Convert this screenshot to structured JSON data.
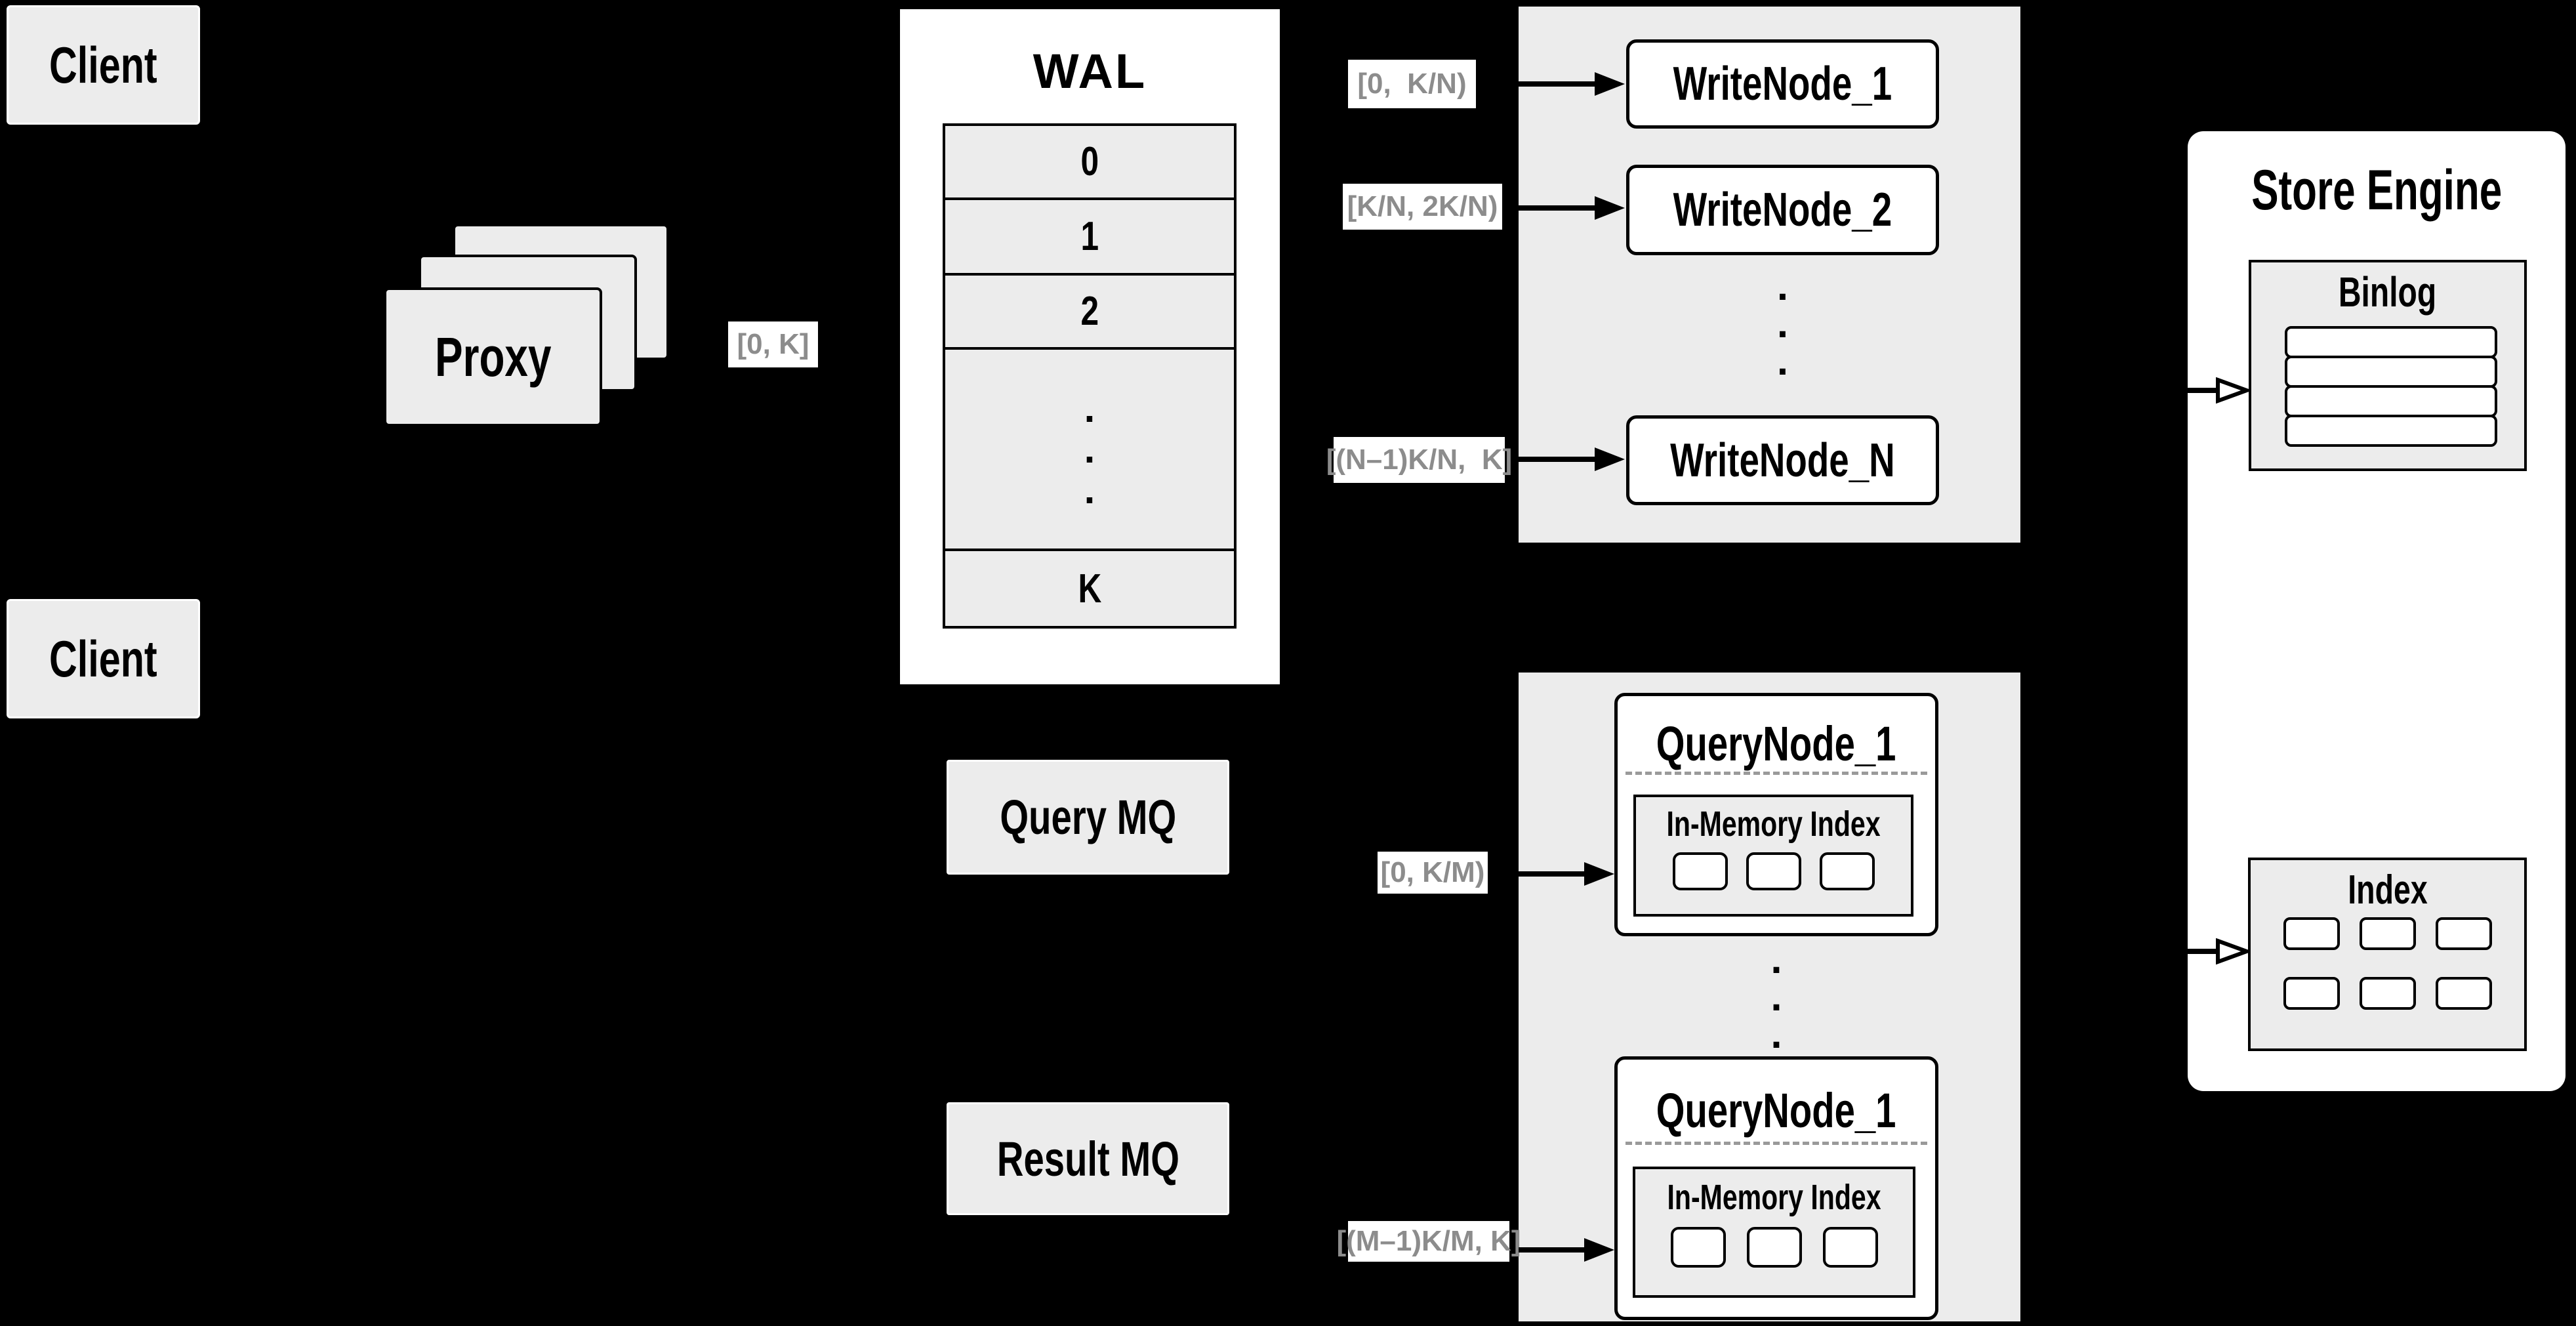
{
  "colors": {
    "background": "#000000",
    "box_fill": "#ececec",
    "box_border": "#000000",
    "node_fill": "#ffffff",
    "range_label_text": "#8c8c8c",
    "dashed_divider": "#9a9a9a"
  },
  "clients": {
    "top": "Client",
    "bottom": "Client"
  },
  "proxy": {
    "label": "Proxy",
    "range_label": "[0, K]"
  },
  "wal": {
    "title": "WAL",
    "rows": [
      "0",
      "1",
      "2"
    ],
    "ellipsis": ".\n.\n.",
    "last_row": "K"
  },
  "write_cluster": {
    "nodes": [
      "WriteNode_1",
      "WriteNode_2"
    ],
    "last_node": "WriteNode_N",
    "ellipsis": ".\n.\n.",
    "range_labels": [
      "[0,  K/N)",
      "[K/N, 2K/N)",
      "[(N–1)K/N,  K]"
    ]
  },
  "mq": {
    "query": "Query MQ",
    "result": "Result MQ"
  },
  "query_cluster": {
    "nodes": [
      {
        "title": "QueryNode_1",
        "inmem": "In-Memory Index"
      },
      {
        "title": "QueryNode_1",
        "inmem": "In-Memory Index"
      }
    ],
    "ellipsis": ".\n.\n.",
    "range_labels": [
      "[0, K/M)",
      "[(M–1)K/M, K]"
    ]
  },
  "store_engine": {
    "title": "Store Engine",
    "binlog": "Binlog",
    "index": "Index"
  }
}
